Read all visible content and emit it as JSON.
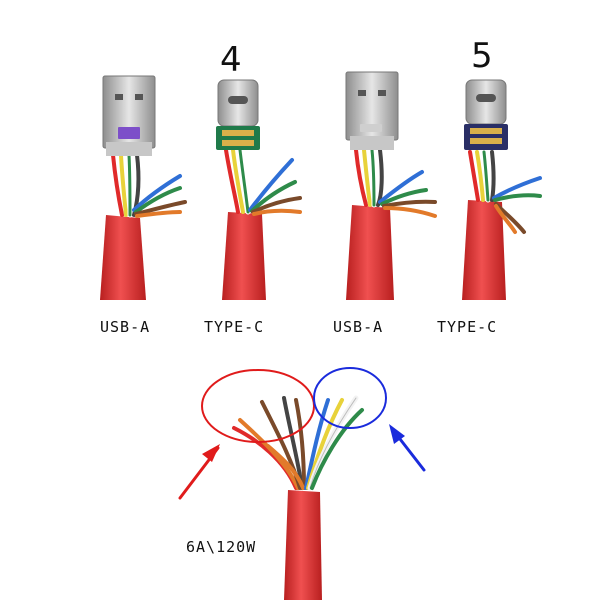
{
  "group_numbers": [
    "4",
    "5"
  ],
  "connector_labels": {
    "group4_usb_a": "USB-A",
    "group4_type_c": "TYPE-C",
    "group5_usb_a": "USB-A",
    "group5_type_c": "TYPE-C"
  },
  "cable_spec": "6A\\120W",
  "colors": {
    "cable_sheath": "#e23a3a",
    "wire_red": "#e02a2a",
    "wire_yellow": "#e8d23a",
    "wire_green": "#2e8b4a",
    "wire_blue": "#2f6fd6",
    "wire_brown": "#7a4a2a",
    "wire_orange": "#e27a2a",
    "highlight_red": "#e01b1b",
    "highlight_blue": "#1a2bdc"
  }
}
